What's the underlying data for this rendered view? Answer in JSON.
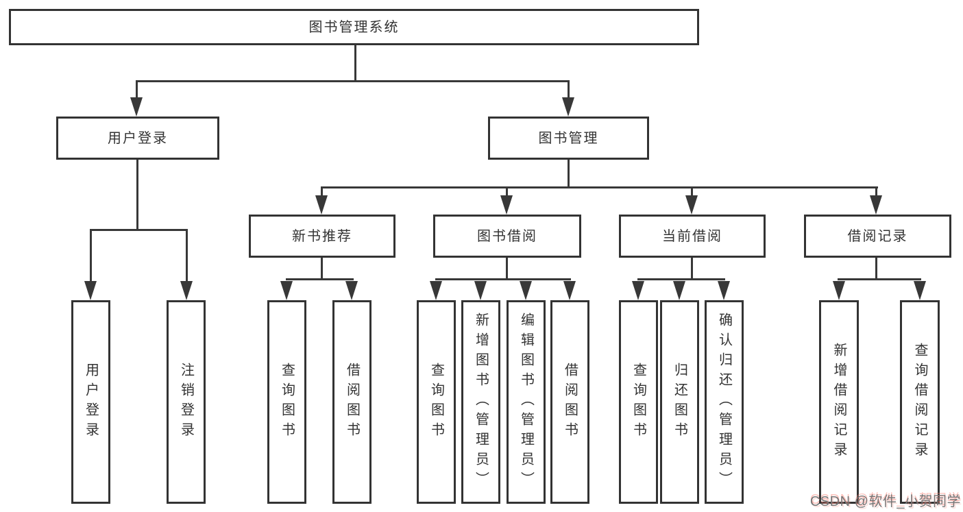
{
  "diagram": {
    "root": {
      "label": "图书管理系统"
    },
    "branches": {
      "user_login": {
        "label": "用户登录",
        "children": [
          "用户登录",
          "注销登录"
        ]
      },
      "book_management": {
        "label": "图书管理",
        "children": {
          "new_book_recommend": {
            "label": "新书推荐",
            "children": [
              "查询图书",
              "借阅图书"
            ]
          },
          "book_borrow": {
            "label": "图书借阅",
            "children": [
              "查询图书",
              "新增图书（管理员）",
              "编辑图书（管理员）",
              "借阅图书"
            ]
          },
          "current_borrow": {
            "label": "当前借阅",
            "children": [
              "查询图书",
              "归还图书",
              "确认归还（管理员）"
            ]
          },
          "borrow_records": {
            "label": "借阅记录",
            "children": [
              "新增借阅记录",
              "查询借阅记录"
            ]
          }
        }
      }
    }
  },
  "watermark": {
    "text": "CSDN @软件_小贺同学"
  },
  "colors": {
    "background": "#ffffff",
    "line": "#383838",
    "box_border": "#333333",
    "text": "#333333",
    "watermark_text": "#767676",
    "watermark_shadow": "#f87a6c"
  }
}
